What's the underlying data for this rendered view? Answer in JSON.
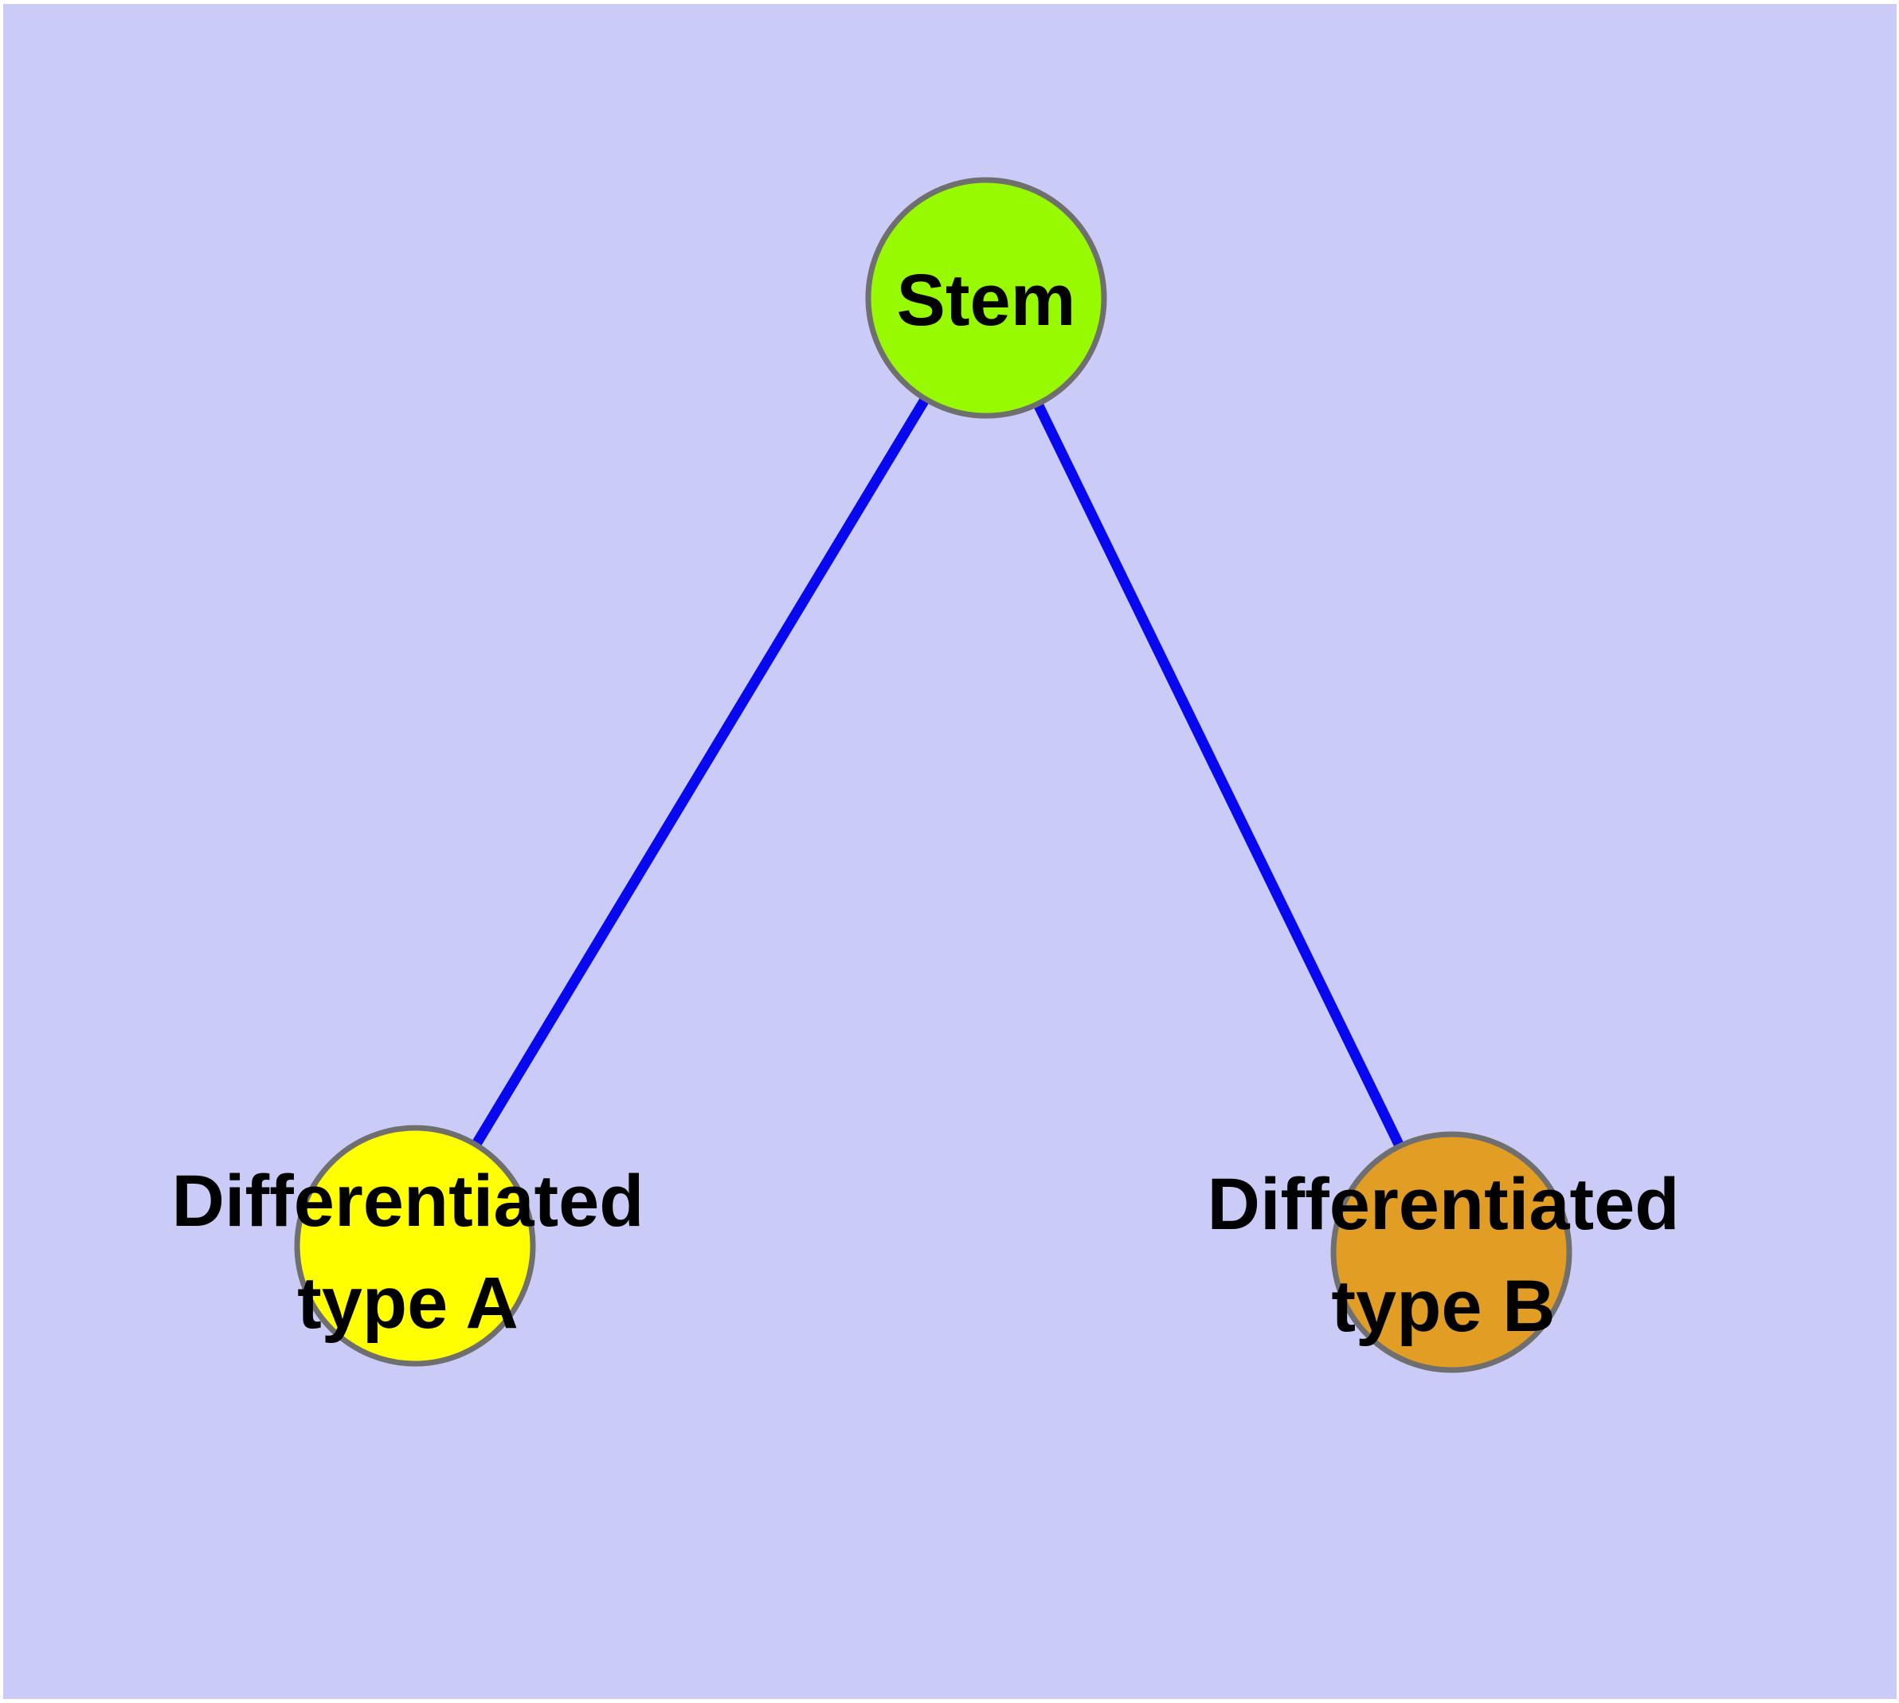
{
  "diagram": {
    "background_color": "#cbcbf7",
    "frame_color": "#ffffff",
    "edge_color": "#0808f0",
    "node_border_color": "#6f6f6f",
    "nodes": [
      {
        "id": "stem",
        "label": "Stem",
        "fill": "#98fa00"
      },
      {
        "id": "differentiated-type-a",
        "label": "Differentiated\ntype A",
        "fill": "#ffff00"
      },
      {
        "id": "differentiated-type-b",
        "label": "Differentiated\ntype B",
        "fill": "#e29d24"
      }
    ],
    "edges": [
      {
        "from": "stem",
        "to": "differentiated-type-a"
      },
      {
        "from": "stem",
        "to": "differentiated-type-b"
      }
    ]
  }
}
